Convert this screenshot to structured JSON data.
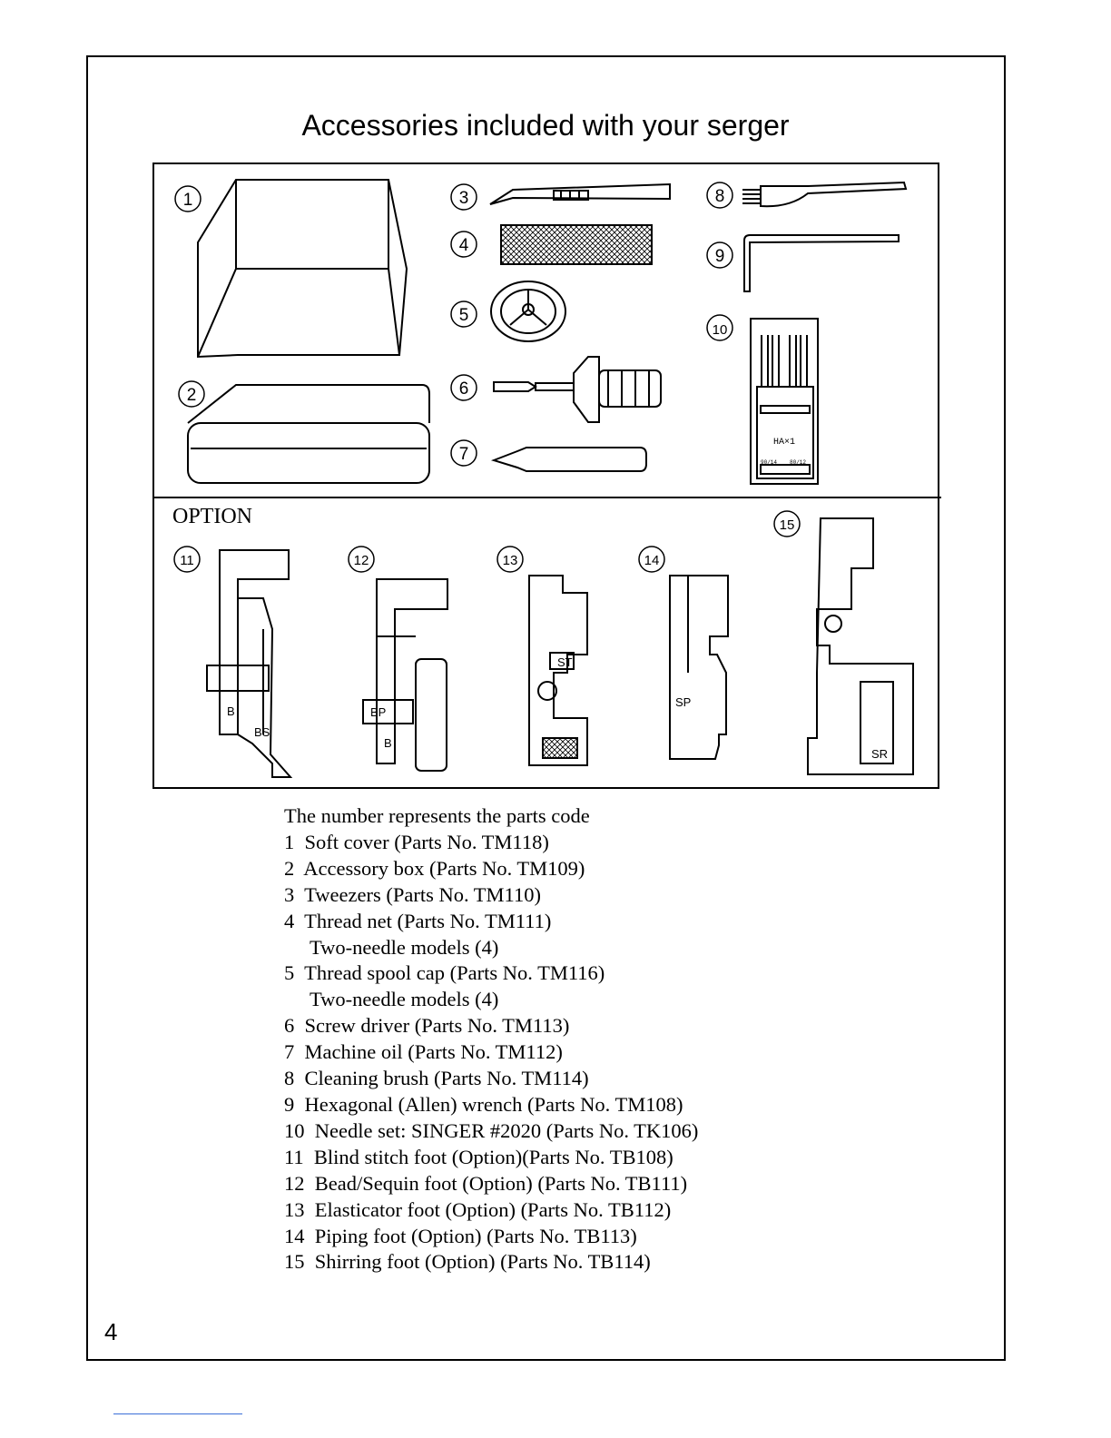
{
  "title": "Accessories included with your serger",
  "option_label": "OPTION",
  "callouts": [
    "1",
    "2",
    "3",
    "4",
    "5",
    "6",
    "7",
    "8",
    "9",
    "10",
    "11",
    "12",
    "13",
    "14",
    "15"
  ],
  "foot_labels": {
    "b11": "B",
    "bs": "BS",
    "bp": "BP",
    "b12": "B",
    "st": "ST",
    "sp": "SP",
    "sr": "SR"
  },
  "needle_pack": {
    "label": "HA×1",
    "left_size": "90/14",
    "right_size": "80/12"
  },
  "legend": {
    "intro": "The number represents the parts code",
    "items": [
      {
        "text": "1  Soft cover (Parts No. TM118)"
      },
      {
        "text": "2  Accessory box (Parts No. TM109)"
      },
      {
        "text": "3  Tweezers (Parts No. TM110)"
      },
      {
        "text": "4  Thread net (Parts No. TM111)",
        "sub": "Two-needle models (4)"
      },
      {
        "text": "5  Thread spool cap (Parts No. TM116)",
        "sub": "Two-needle models (4)"
      },
      {
        "text": "6  Screw driver (Parts No. TM113)"
      },
      {
        "text": "7  Machine oil (Parts No. TM112)"
      },
      {
        "text": "8  Cleaning brush (Parts No. TM114)"
      },
      {
        "text": "9  Hexagonal (Allen) wrench (Parts No. TM108)"
      },
      {
        "text": "10  Needle set: SINGER #2020 (Parts No. TK106)"
      },
      {
        "text": "11  Blind stitch foot (Option)(Parts No. TB108)"
      },
      {
        "text": "12  Bead/Sequin foot (Option) (Parts No. TB111)"
      },
      {
        "text": "13  Elasticator foot (Option) (Parts No. TB112)"
      },
      {
        "text": "14  Piping foot (Option) (Parts No. TB113)"
      },
      {
        "text": "15  Shirring foot (Option) (Parts No. TB114)"
      }
    ]
  },
  "page_number": "4"
}
